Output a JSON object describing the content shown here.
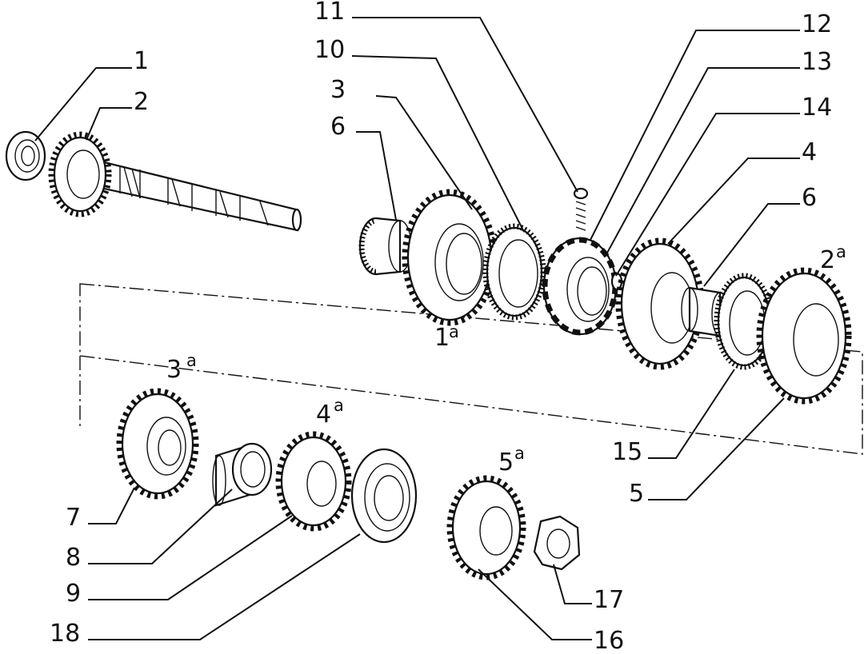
{
  "callouts": [
    {
      "id": "c1",
      "text": "1"
    },
    {
      "id": "c2",
      "text": "2"
    },
    {
      "id": "c3",
      "text": "3"
    },
    {
      "id": "c4",
      "text": "4"
    },
    {
      "id": "c5",
      "text": "5"
    },
    {
      "id": "c6a",
      "text": "6"
    },
    {
      "id": "c6b",
      "text": "6"
    },
    {
      "id": "c7",
      "text": "7"
    },
    {
      "id": "c8",
      "text": "8"
    },
    {
      "id": "c9",
      "text": "9"
    },
    {
      "id": "c10",
      "text": "10"
    },
    {
      "id": "c11",
      "text": "11"
    },
    {
      "id": "c12",
      "text": "12"
    },
    {
      "id": "c13",
      "text": "13"
    },
    {
      "id": "c14",
      "text": "14"
    },
    {
      "id": "c15",
      "text": "15"
    },
    {
      "id": "c16",
      "text": "16"
    },
    {
      "id": "c17",
      "text": "17"
    },
    {
      "id": "c18",
      "text": "18"
    }
  ],
  "gear_labels": [
    {
      "num": "1",
      "sup": "a"
    },
    {
      "num": "2",
      "sup": "a"
    },
    {
      "num": "3",
      "sup": "a"
    },
    {
      "num": "4",
      "sup": "a"
    },
    {
      "num": "5",
      "sup": "a"
    }
  ]
}
